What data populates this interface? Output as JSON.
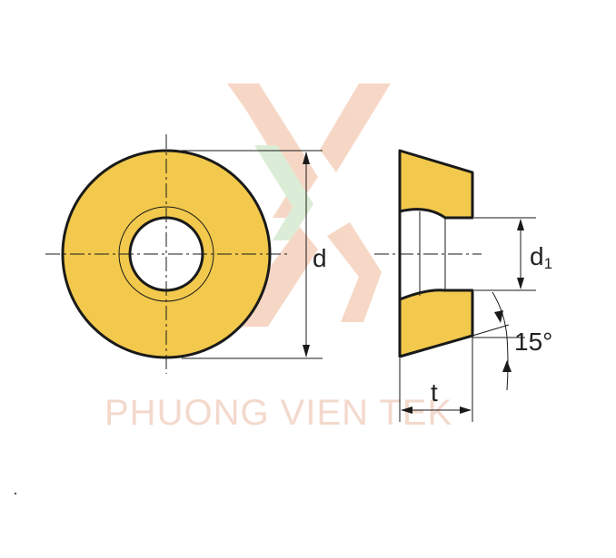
{
  "colors": {
    "insert_fill": "#f2c94c",
    "outline": "#1a1a1a",
    "hole_fill": "#ffffff",
    "watermark_orange": "#f6d3bf",
    "watermark_green": "#d9ecd3",
    "watermark_text": "#f3d9cc"
  },
  "labels": {
    "diameter": "d",
    "hole_diameter_main": "d",
    "hole_diameter_sub": "1",
    "angle": "15°",
    "thickness": "t"
  },
  "watermark": {
    "text": "PHUONG VIEN TEK"
  }
}
